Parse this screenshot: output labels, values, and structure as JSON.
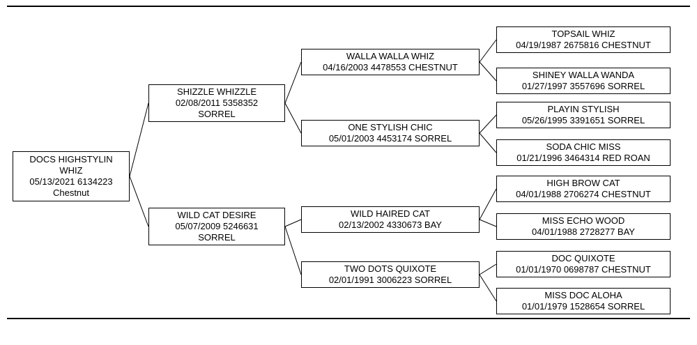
{
  "page": {
    "background_color": "#ffffff",
    "line_color": "#000000",
    "text_color": "#000000"
  },
  "pedigree": {
    "type": "family-tree",
    "generations": 4,
    "nodes": [
      {
        "role": "subject",
        "lines": [
          "DOCS HIGHSTYLIN",
          "WHIZ",
          "05/13/2021 6134223",
          "Chestnut"
        ]
      },
      {
        "role": "sire",
        "lines": [
          "SHIZZLE WHIZZLE",
          "02/08/2011 5358352",
          "SORREL"
        ]
      },
      {
        "role": "dam",
        "lines": [
          "WILD CAT DESIRE",
          "05/07/2009 5246631",
          "SORREL"
        ]
      },
      {
        "role": "sire-sire",
        "lines": [
          "WALLA WALLA WHIZ",
          "04/16/2003 4478553 CHESTNUT"
        ]
      },
      {
        "role": "sire-dam",
        "lines": [
          "ONE STYLISH CHIC",
          "05/01/2003 4453174 SORREL"
        ]
      },
      {
        "role": "dam-sire",
        "lines": [
          "WILD HAIRED CAT",
          "02/13/2002 4330673 BAY"
        ]
      },
      {
        "role": "dam-dam",
        "lines": [
          "TWO DOTS QUIXOTE",
          "02/01/1991 3006223 SORREL"
        ]
      },
      {
        "role": "sire-sire-sire",
        "lines": [
          "TOPSAIL WHIZ",
          "04/19/1987 2675816 CHESTNUT"
        ]
      },
      {
        "role": "sire-sire-dam",
        "lines": [
          "SHINEY WALLA WANDA",
          "01/27/1997 3557696 SORREL"
        ]
      },
      {
        "role": "sire-dam-sire",
        "lines": [
          "PLAYIN STYLISH",
          "05/26/1995 3391651 SORREL"
        ]
      },
      {
        "role": "sire-dam-dam",
        "lines": [
          "SODA CHIC MISS",
          "01/21/1996 3464314 RED ROAN"
        ]
      },
      {
        "role": "dam-sire-sire",
        "lines": [
          "HIGH BROW CAT",
          "04/01/1988 2706274 CHESTNUT"
        ]
      },
      {
        "role": "dam-sire-dam",
        "lines": [
          "MISS ECHO WOOD",
          "04/01/1988 2728277 BAY"
        ]
      },
      {
        "role": "dam-dam-sire",
        "lines": [
          "DOC QUIXOTE",
          "01/01/1970 0698787 CHESTNUT"
        ]
      },
      {
        "role": "dam-dam-dam",
        "lines": [
          "MISS DOC ALOHA",
          "01/01/1979 1528654 SORREL"
        ]
      }
    ]
  }
}
